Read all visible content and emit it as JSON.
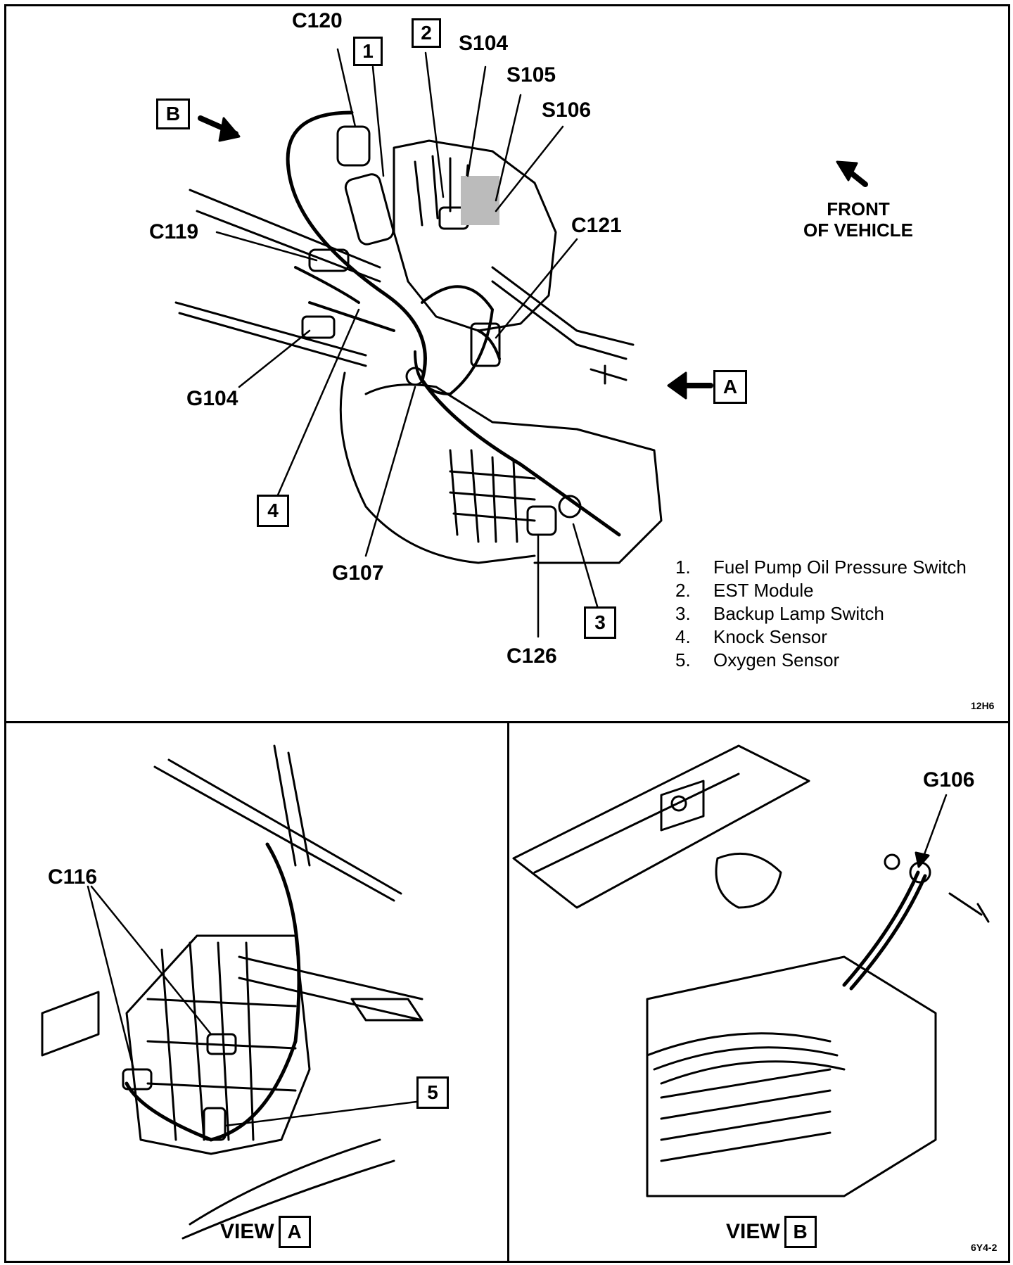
{
  "main_view": {
    "callouts": {
      "c120": "C120",
      "s104": "S104",
      "s105": "S105",
      "s106": "S106",
      "c119": "C119",
      "c121": "C121",
      "g104": "G104",
      "g107": "G107",
      "c126": "C126"
    },
    "numbered_boxes": {
      "n1": "1",
      "n2": "2",
      "n3": "3",
      "n4": "4"
    },
    "view_refs": {
      "a": "A",
      "b": "B"
    },
    "front_of_vehicle": {
      "line1": "FRONT",
      "line2": "OF VEHICLE"
    },
    "legend": [
      {
        "num": "1.",
        "text": "Fuel Pump Oil Pressure Switch"
      },
      {
        "num": "2.",
        "text": "EST Module"
      },
      {
        "num": "3.",
        "text": "Backup Lamp Switch"
      },
      {
        "num": "4.",
        "text": "Knock Sensor"
      },
      {
        "num": "5.",
        "text": "Oxygen Sensor"
      }
    ],
    "figure_code": "12H6"
  },
  "view_a": {
    "callout_c116": "C116",
    "box_5": "5",
    "caption_word": "VIEW",
    "caption_letter": "A"
  },
  "view_b": {
    "callout_g106": "G106",
    "caption_word": "VIEW",
    "caption_letter": "B",
    "figure_code": "6Y4-2"
  }
}
